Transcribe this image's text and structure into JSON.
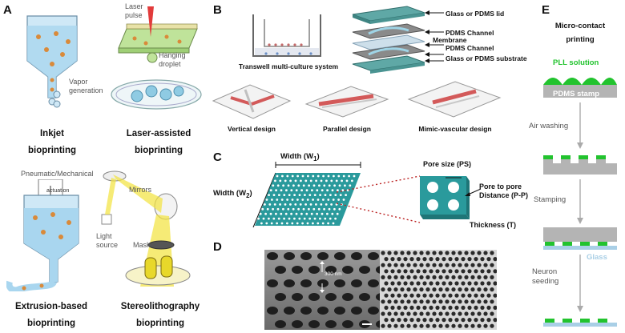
{
  "panel_a": {
    "letter": "A",
    "inkjet": {
      "vapor_label": "Vapor\ngeneration",
      "caption_line1": "Inkjet",
      "caption_line2": "bioprinting"
    },
    "laser": {
      "pulse_label": "Laser\npulse",
      "droplet_label": "Hanging\ndroplet",
      "caption_line1": "Laser-assisted",
      "caption_line2": "bioprinting"
    },
    "extrusion": {
      "top_label": "Pneumatic/Mechanical",
      "actuation_label": "actuation",
      "caption_line1": "Extrusion-based",
      "caption_line2": "bioprinting"
    },
    "stereo": {
      "mirrors_label": "Mirrors",
      "light_label": "Light\nsource",
      "mask_label": "Mask",
      "caption_line1": "Stereolithography",
      "caption_line2": "bioprinting"
    }
  },
  "panel_b": {
    "letter": "B",
    "transwell_caption": "Transwell multi-culture system",
    "layers": [
      "Glass or PDMS lid",
      "PDMS Channel",
      "Membrane",
      "PDMS Channel",
      "Glass or PDMS substrate"
    ],
    "designs": [
      "Vertical design",
      "Parallel design",
      "Mimic-vascular design"
    ]
  },
  "panel_c": {
    "letter": "C",
    "width1": "Width (W",
    "width1_sub": "1",
    "width2": "Width (W",
    "width2_sub": "2",
    "pore_size": "Pore size (PS)",
    "pore_distance_line1": "Pore to pore",
    "pore_distance_line2": "Distance (P-P)",
    "thickness": "Thickness (T)"
  },
  "panel_d": {
    "letter": "D",
    "scale_text": "300 nm"
  },
  "panel_e": {
    "letter": "E",
    "title_line1": "Micro-contact",
    "title_line2": "printing",
    "pll_label": "PLL solution",
    "stamp_label": "PDMS stamp",
    "step1": "Air washing",
    "step2": "Stamping",
    "glass_label": "Glass",
    "step3_line1": "Neuron",
    "step3_line2": "seeding",
    "colors": {
      "pll_green": "#22c32e",
      "stamp_gray": "#b4b4b4",
      "glass_blue": "#a9cfe6"
    }
  },
  "colors": {
    "teal": "#2a9a9c",
    "cell_orange": "#d98a3a",
    "fluid_blue": "#b7def2",
    "laser_red": "#e23b3b",
    "light_yellow": "#f2e33c"
  }
}
